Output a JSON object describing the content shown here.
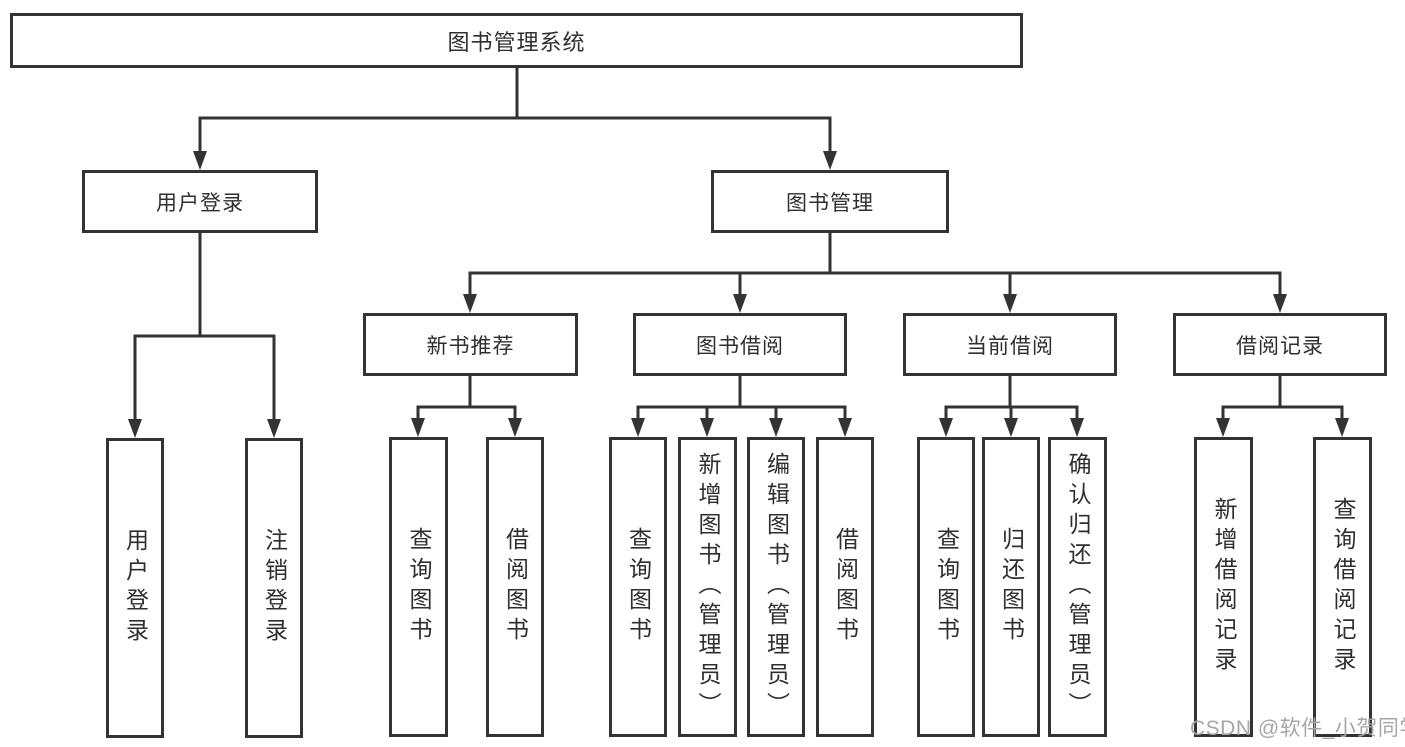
{
  "diagram": {
    "root": "图书管理系统",
    "level2": [
      {
        "label": "用户登录",
        "leaves": [
          "用户登录",
          "注销登录"
        ]
      },
      {
        "label": "图书管理",
        "sections": [
          {
            "label": "新书推荐",
            "leaves": [
              "查询图书",
              "借阅图书"
            ]
          },
          {
            "label": "图书借阅",
            "leaves": [
              "查询图书",
              "新增图书（管理员）",
              "编辑图书（管理员）",
              "借阅图书"
            ]
          },
          {
            "label": "当前借阅",
            "leaves": [
              "查询图书",
              "归还图书",
              "确认归还（管理员）"
            ]
          },
          {
            "label": "借阅记录",
            "leaves": [
              "新增借阅记录",
              "查询借阅记录"
            ]
          }
        ]
      }
    ]
  },
  "watermark": "CSDN @软件_小贺同学",
  "colors": {
    "line": "#333333",
    "text": "#2f2f2f",
    "watermark": "#a6a6a6",
    "background": "#ffffff"
  }
}
